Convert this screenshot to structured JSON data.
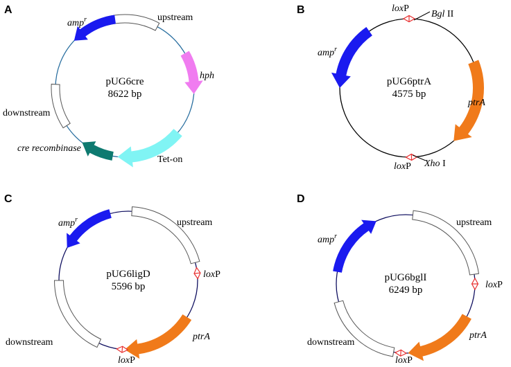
{
  "panels": [
    {
      "letter": "A",
      "name": "pUG6cre",
      "size": "8622 bp",
      "ring_color": "#2a6fa0",
      "labels": {
        "ampr_base": "amp",
        "ampr_sup": "r",
        "upstream": "upstream",
        "hph": "hph",
        "downstream": "downstream",
        "cre": "cre recombinase",
        "teton": "Tet-on"
      },
      "colors": {
        "ampr": "#1a1aef",
        "hph": "#f07cf0",
        "teton": "#80f4f4",
        "cre": "#0e7a70"
      }
    },
    {
      "letter": "B",
      "name": "pUG6ptrA",
      "size": "4575 bp",
      "ring_color": "#000000",
      "labels": {
        "loxp_top_it": "lox",
        "loxp_top_rest": "P",
        "bgl_it": "Bgl",
        "bgl_rest": " II",
        "ampr_base": "amp",
        "ampr_sup": "r",
        "ptra": "ptrA",
        "xho_it": "Xho",
        "xho_rest": " I",
        "loxp_bot_it": "lox",
        "loxp_bot_rest": "P"
      },
      "colors": {
        "ampr": "#1a1aef",
        "ptra": "#f07a1a",
        "loxp": "#e83030"
      }
    },
    {
      "letter": "C",
      "name": "pUG6ligD",
      "size": "5596 bp",
      "ring_color": "#101060",
      "labels": {
        "ampr_base": "amp",
        "ampr_sup": "r",
        "upstream": "upstream",
        "loxp_right_it": "lox",
        "loxp_right_rest": "P",
        "downstream": "downstream",
        "ptra": "ptrA",
        "loxp_bot_it": "lox",
        "loxp_bot_rest": "P"
      },
      "colors": {
        "ampr": "#1a1aef",
        "ptra": "#f07a1a",
        "loxp": "#e83030"
      }
    },
    {
      "letter": "D",
      "name": "pUG6bglI",
      "size": "6249 bp",
      "ring_color": "#101060",
      "labels": {
        "ampr_base": "amp",
        "ampr_sup": "r",
        "upstream": "upstream",
        "loxp_right_it": "lox",
        "loxp_right_rest": "P",
        "downstream": "downstream",
        "ptra": "ptrA",
        "loxp_bot_it": "lox",
        "loxp_bot_rest": "P"
      },
      "colors": {
        "ampr": "#1a1aef",
        "ptra": "#f07a1a",
        "loxp": "#e83030"
      }
    }
  ]
}
